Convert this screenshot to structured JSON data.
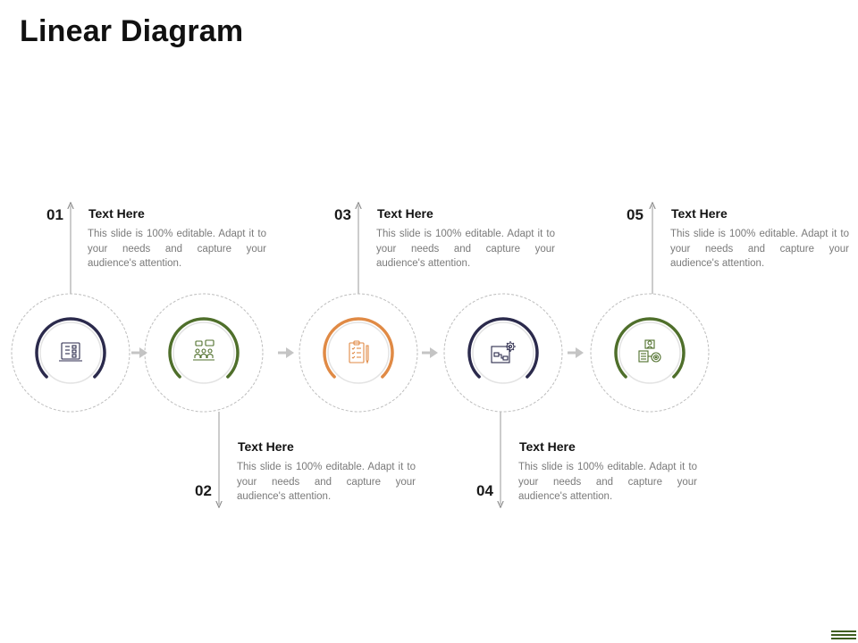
{
  "title": "Linear Diagram",
  "steps": [
    {
      "number": "01",
      "heading": "Text Here",
      "text": "This slide is 100% editable. Adapt it to your needs and capture your audience's attention.",
      "color": "#2b2a4c",
      "icon": "monitor-checklist-icon"
    },
    {
      "number": "02",
      "heading": "Text Here",
      "text": "This slide is 100% editable. Adapt it to your needs and capture your audience's attention.",
      "color": "#4f6f2b",
      "icon": "team-meeting-icon"
    },
    {
      "number": "03",
      "heading": "Text Here",
      "text": "This slide is 100% editable. Adapt it to your needs and capture your audience's attention.",
      "color": "#e08a45",
      "icon": "clipboard-checklist-icon"
    },
    {
      "number": "04",
      "heading": "Text Here",
      "text": "This slide is 100% editable. Adapt it to your needs and capture your audience's attention.",
      "color": "#2b2a4c",
      "icon": "workflow-gear-icon"
    },
    {
      "number": "05",
      "heading": "Text Here",
      "text": "This slide is 100% editable. Adapt it to your needs and capture your audience's attention.",
      "color": "#4f6f2b",
      "icon": "manager-target-icon"
    }
  ]
}
